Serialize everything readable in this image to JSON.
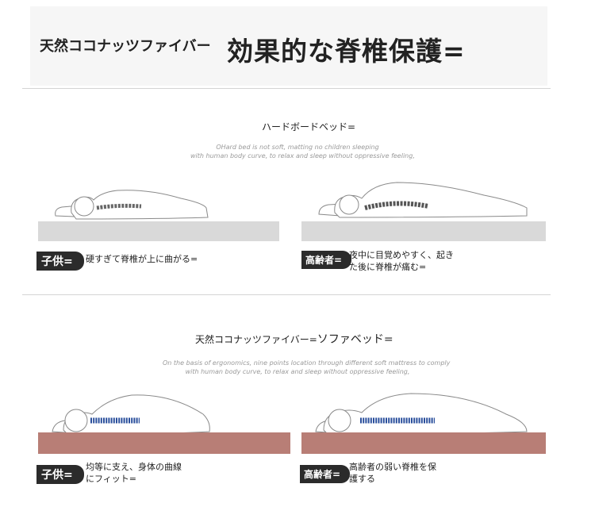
{
  "header": {
    "title_small": "天然ココナッツファイバー",
    "title_big": "効果的な脊椎保護="
  },
  "hard_section": {
    "title": "ハードボードベッド=",
    "subtitle_line1": "OHard bed is not soft, matting no children sleeping",
    "subtitle_line2": "with human body curve, to relax and sleep without oppressive feeling,",
    "left": {
      "badge": "子供=",
      "caption": "硬すぎて脊椎が上に曲がる="
    },
    "right": {
      "badge": "高齢者=",
      "caption_line1": "夜中に目覚めやすく、起き",
      "caption_line2": "た後に脊椎が痛む="
    }
  },
  "soft_section": {
    "title_part1": "天然ココナッツファイバー=",
    "title_part2": "ソファベッド=",
    "subtitle_line1": "On the basis of ergonomics, nine points location through different soft mattress to comply",
    "subtitle_line2": "with human body curve, to relax and sleep without oppressive feeling,",
    "left": {
      "badge": "子供=",
      "caption_line1": "均等に支え、身体の曲線",
      "caption_line2": "にフィット="
    },
    "right": {
      "badge": "高齢者=",
      "caption_line1": "高齢者の弱い脊椎を保",
      "caption_line2": "護する"
    }
  },
  "colors": {
    "hard_mattress": "#d9d9d9",
    "soft_mattress": "#b87e76",
    "spine_hard": "#555555",
    "spine_soft": "#2a4f9c",
    "badge_bg": "#2b2b2b"
  }
}
